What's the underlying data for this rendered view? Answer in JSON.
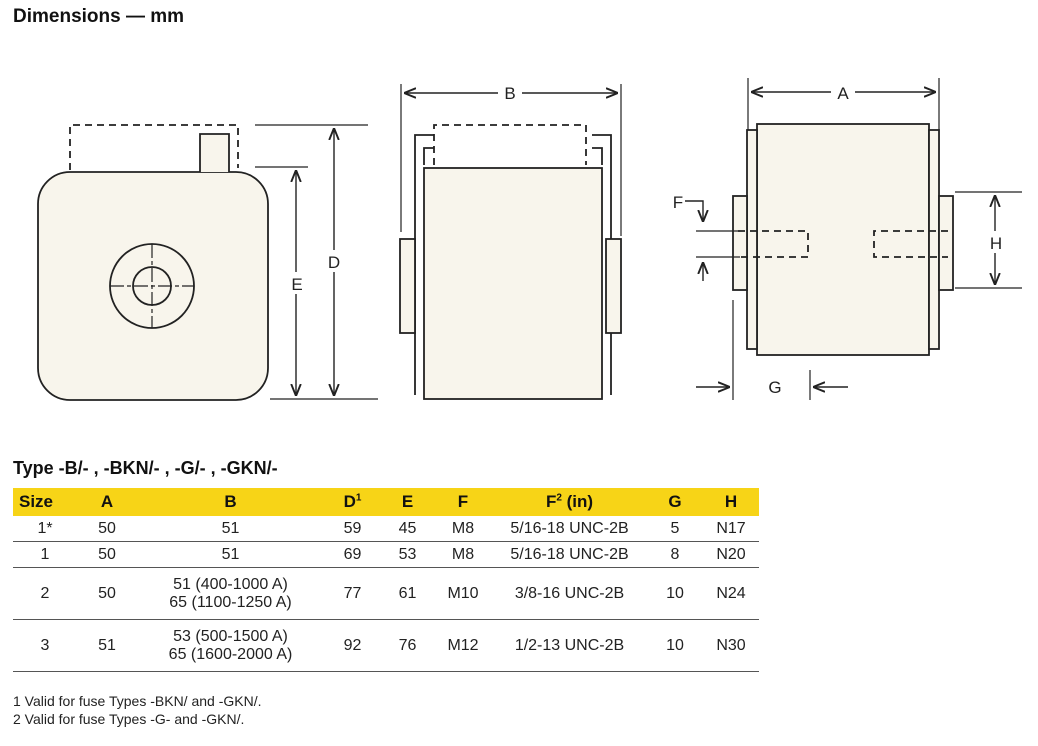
{
  "page_title": "Dimensions — mm",
  "drawing_labels": {
    "a": "A",
    "b": "B",
    "d": "D",
    "e": "E",
    "f": "F",
    "g": "G",
    "h": "H"
  },
  "table": {
    "title": "Type -B/- , -BKN/- , -G/- , -GKN/-",
    "headers": {
      "size": "Size",
      "a": "A",
      "b": "B",
      "d": "D",
      "d_sup": "1",
      "e": "E",
      "f": "F",
      "f2": "F",
      "f2_sup": "2",
      "f2_unit": " (in)",
      "g": "G",
      "h": "H"
    },
    "rows": [
      {
        "size": "1*",
        "a": "50",
        "b1": "51",
        "b2": "",
        "d": "59",
        "e": "45",
        "f": "M8",
        "f2": "5/16-18 UNC-2B",
        "g": "5",
        "h": "N17"
      },
      {
        "size": "1",
        "a": "50",
        "b1": "51",
        "b2": "",
        "d": "69",
        "e": "53",
        "f": "M8",
        "f2": "5/16-18 UNC-2B",
        "g": "8",
        "h": "N20"
      },
      {
        "size": "2",
        "a": "50",
        "b1": "51 (400-1000 A)",
        "b2": "65 (1100-1250 A)",
        "d": "77",
        "e": "61",
        "f": "M10",
        "f2": "3/8-16 UNC-2B",
        "g": "10",
        "h": "N24"
      },
      {
        "size": "3",
        "a": "51",
        "b1": "53 (500-1500 A)",
        "b2": "65 (1600-2000 A)",
        "d": "92",
        "e": "76",
        "f": "M12",
        "f2": "1/2-13 UNC-2B",
        "g": "10",
        "h": "N30"
      }
    ]
  },
  "footnotes": [
    "1  Valid for fuse Types -BKN/ and -GKN/.",
    "2  Valid for fuse Types -G- and -GKN/."
  ]
}
